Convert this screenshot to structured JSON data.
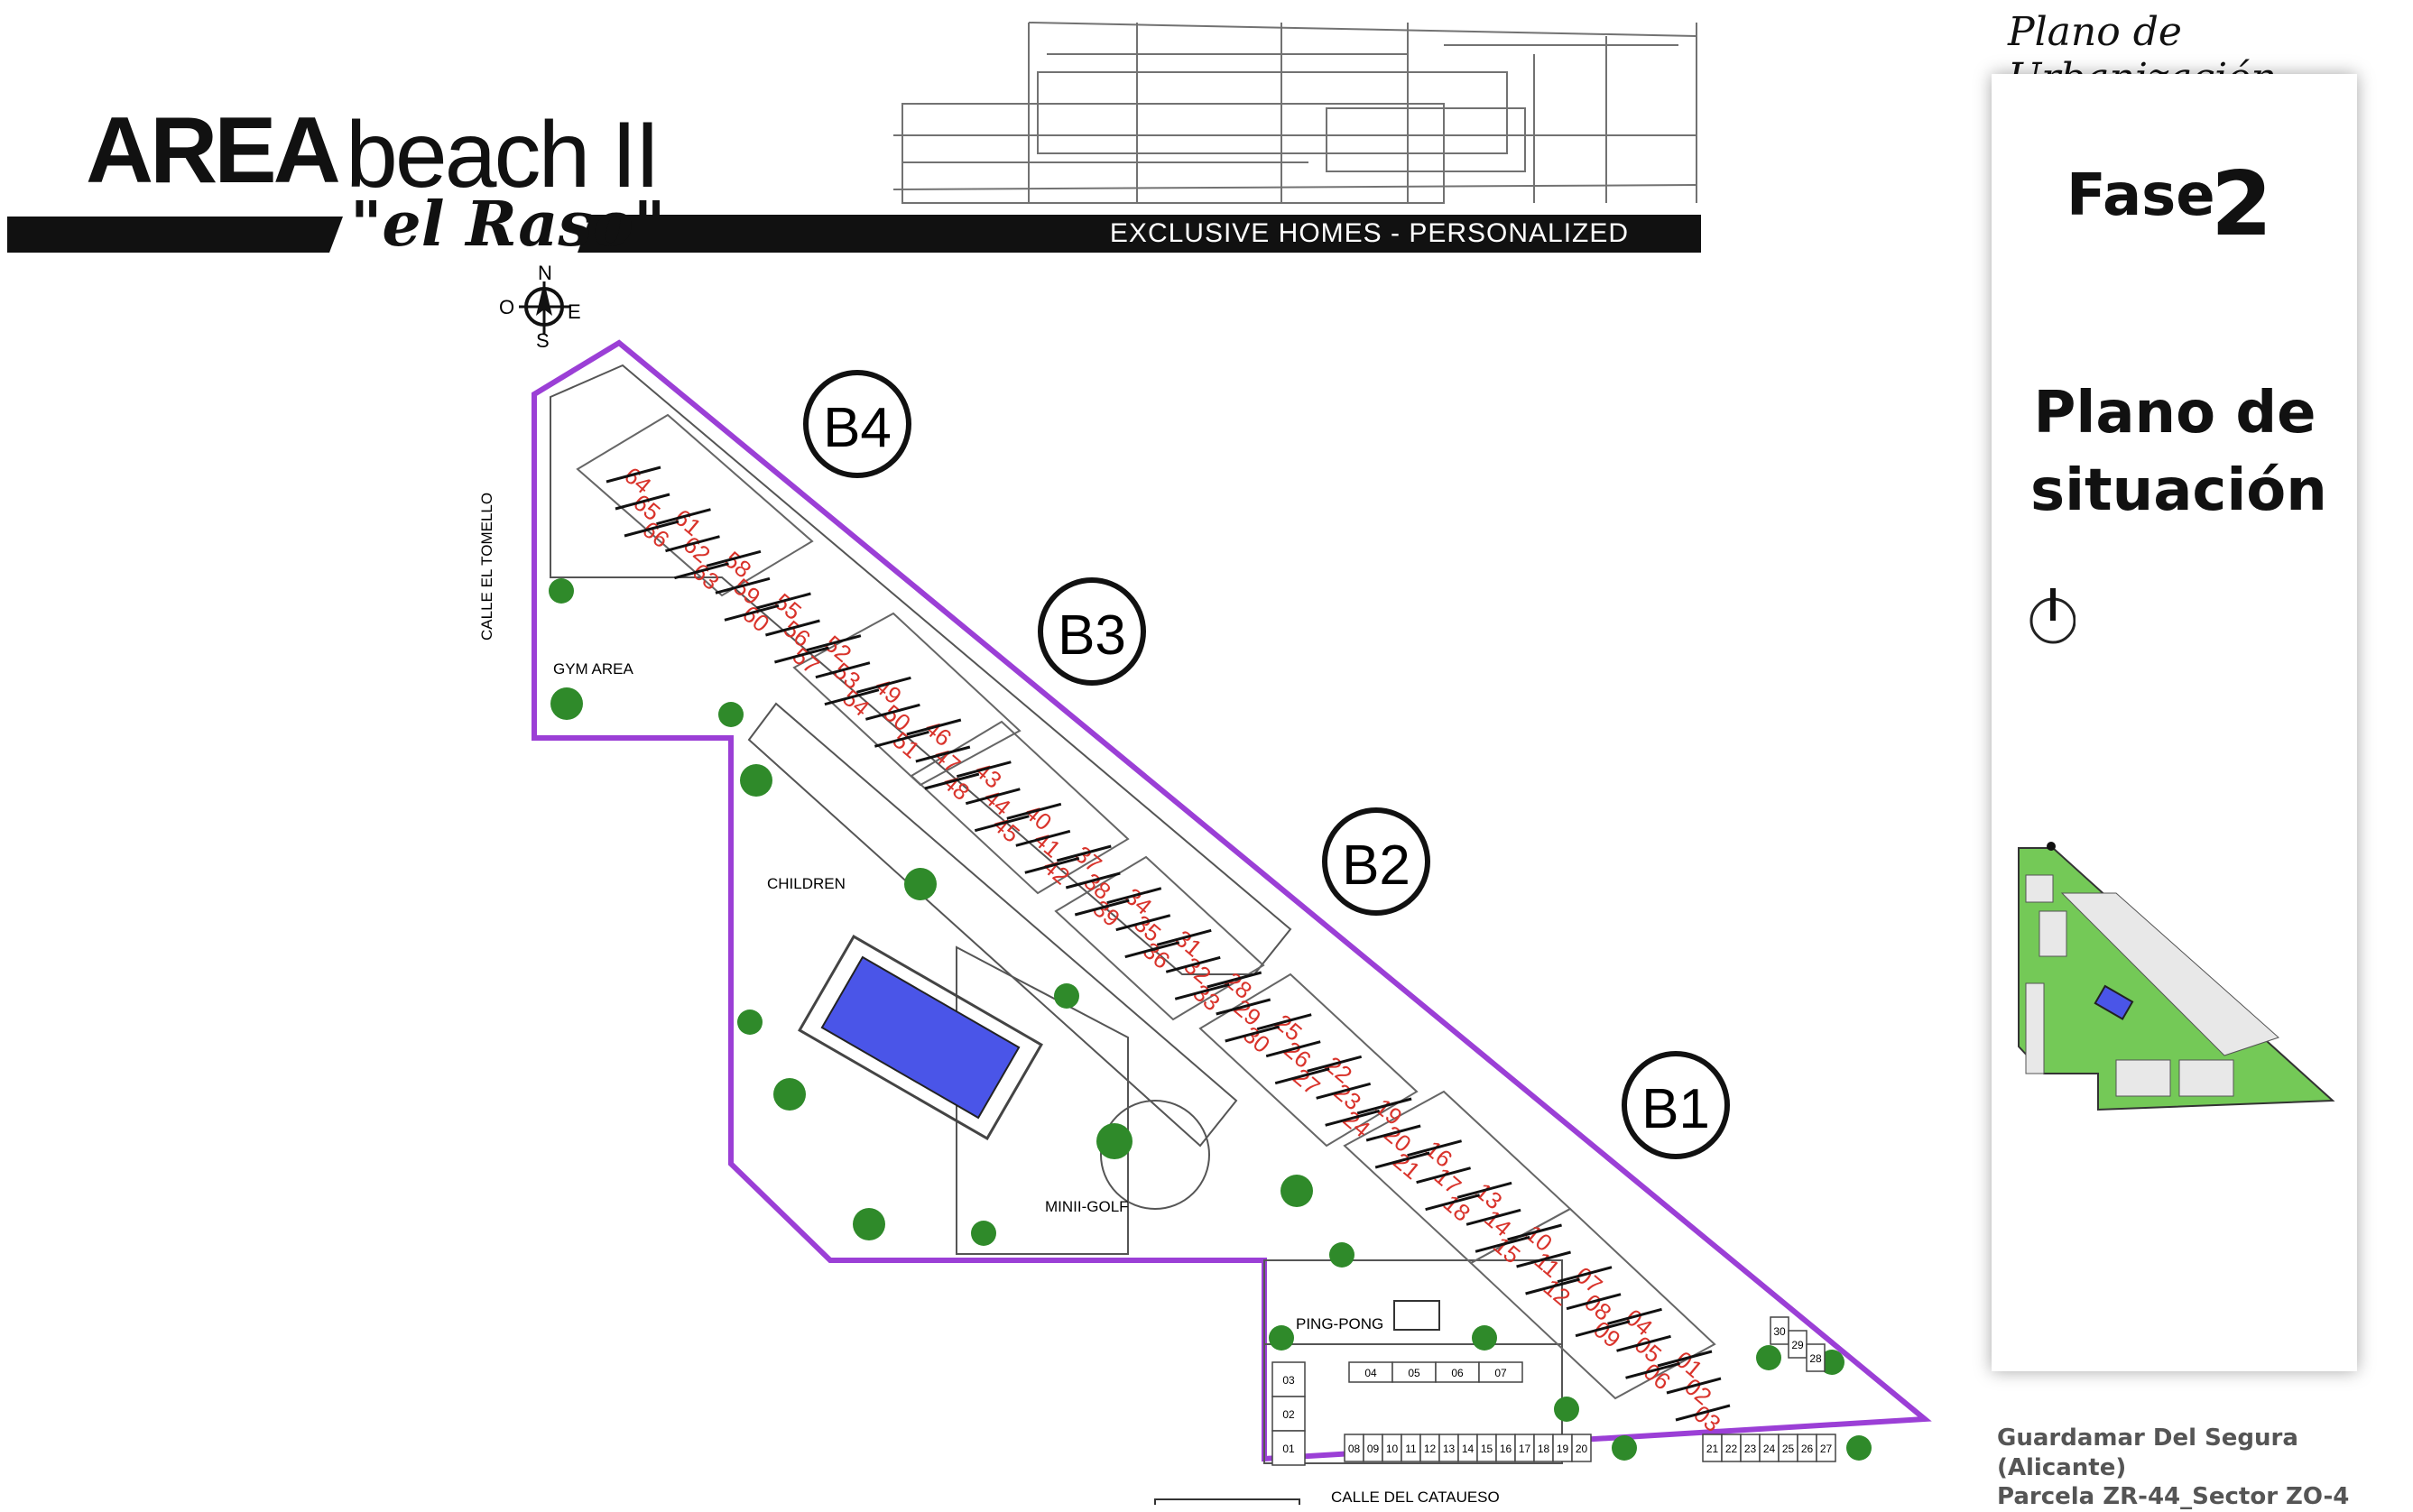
{
  "brand": {
    "logo_area": "AREA",
    "logo_beach": "beach II",
    "logo_subtitle": "\"el Raso\"",
    "tagline": "EXCLUSIVE HOMES - PERSONALIZED ATTENTION"
  },
  "compass": {
    "n": "N",
    "o": "O",
    "e": "E",
    "s": "S"
  },
  "panel": {
    "header": "Plano de Urbanización",
    "fase_label": "Fase",
    "fase_number": "2",
    "title": "Plano de situación",
    "footer_line1": "Guardamar Del Segura (Alicante)",
    "footer_line2": "Parcela ZR-44_Sector ZO-4"
  },
  "map": {
    "streets": {
      "west": "CALLE EL TOMELLO",
      "south": "CALLE DEL CATAUESO"
    },
    "amenities": {
      "gym": "GYM AREA",
      "children": "CHILDREN",
      "minigolf": "MINII-GOLF",
      "pingpong": "PING-PONG"
    },
    "blocks": [
      "B1",
      "B2",
      "B3",
      "B4"
    ],
    "unit_numbers": [
      "01",
      "02",
      "03",
      "04",
      "05",
      "06",
      "07",
      "08",
      "09",
      "10",
      "11",
      "12",
      "13",
      "14",
      "15",
      "16",
      "17",
      "18",
      "19",
      "20",
      "21",
      "22",
      "23",
      "24",
      "25",
      "26",
      "27",
      "28",
      "29",
      "30",
      "31",
      "32",
      "33",
      "34",
      "35",
      "36",
      "37",
      "38",
      "39",
      "40",
      "41",
      "42",
      "43",
      "44",
      "45",
      "46",
      "47",
      "48",
      "49",
      "50",
      "51",
      "52",
      "53",
      "54",
      "55",
      "56",
      "57",
      "58",
      "59",
      "60",
      "61",
      "62",
      "63",
      "64",
      "65",
      "66"
    ],
    "parking_numbers": {
      "top_row": [
        "04",
        "05",
        "06",
        "07"
      ],
      "bottom_row": [
        "08",
        "09",
        "10",
        "11",
        "12",
        "13",
        "14",
        "15",
        "16",
        "17",
        "18",
        "19",
        "20"
      ],
      "left_col": [
        "03",
        "02",
        "01"
      ],
      "right_row": [
        "21",
        "22",
        "23",
        "24",
        "25",
        "26",
        "27"
      ],
      "right_col": [
        "30",
        "29",
        "28"
      ]
    }
  },
  "colors": {
    "boundary": "#9b3fd6",
    "unit_numbers": "#d9332b",
    "pool": "#4a55e8",
    "minimap_green": "#74c957"
  }
}
